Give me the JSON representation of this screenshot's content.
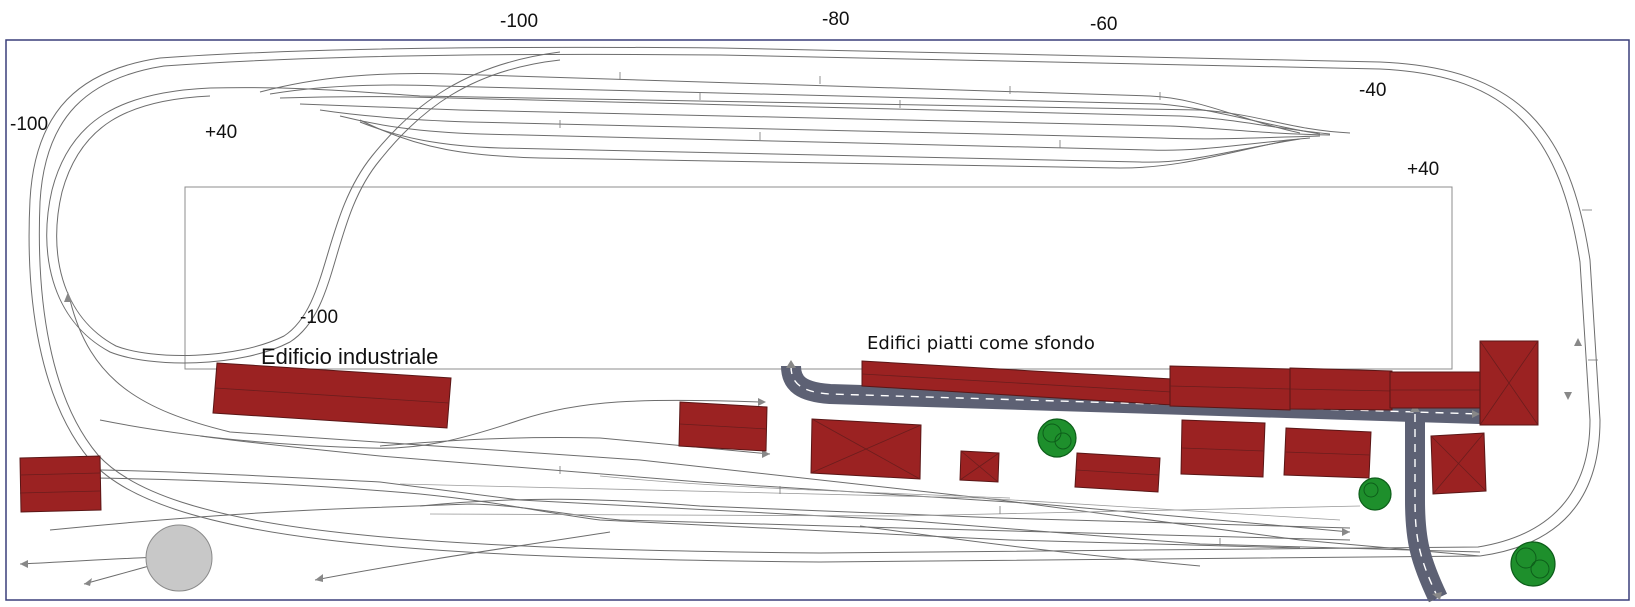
{
  "elevations": [
    "-100",
    "-80",
    "-60",
    "-40",
    "-100",
    "+40",
    "+40",
    "-100"
  ],
  "labels": {
    "industrial_building": "Edificio industriale",
    "flat_buildings": "Edifici piatti come sfondo"
  },
  "colors": {
    "building_roof": "#9b2222",
    "road": "#5d6174",
    "tree": "#1e8f2c",
    "turntable": "#c8c8c8",
    "frame": "#3a3f7a",
    "track": "#6d6d6d"
  },
  "icons": [
    "turntable-icon",
    "tree-icon",
    "building-roof-icon",
    "road-icon",
    "track-arrow-icon"
  ]
}
